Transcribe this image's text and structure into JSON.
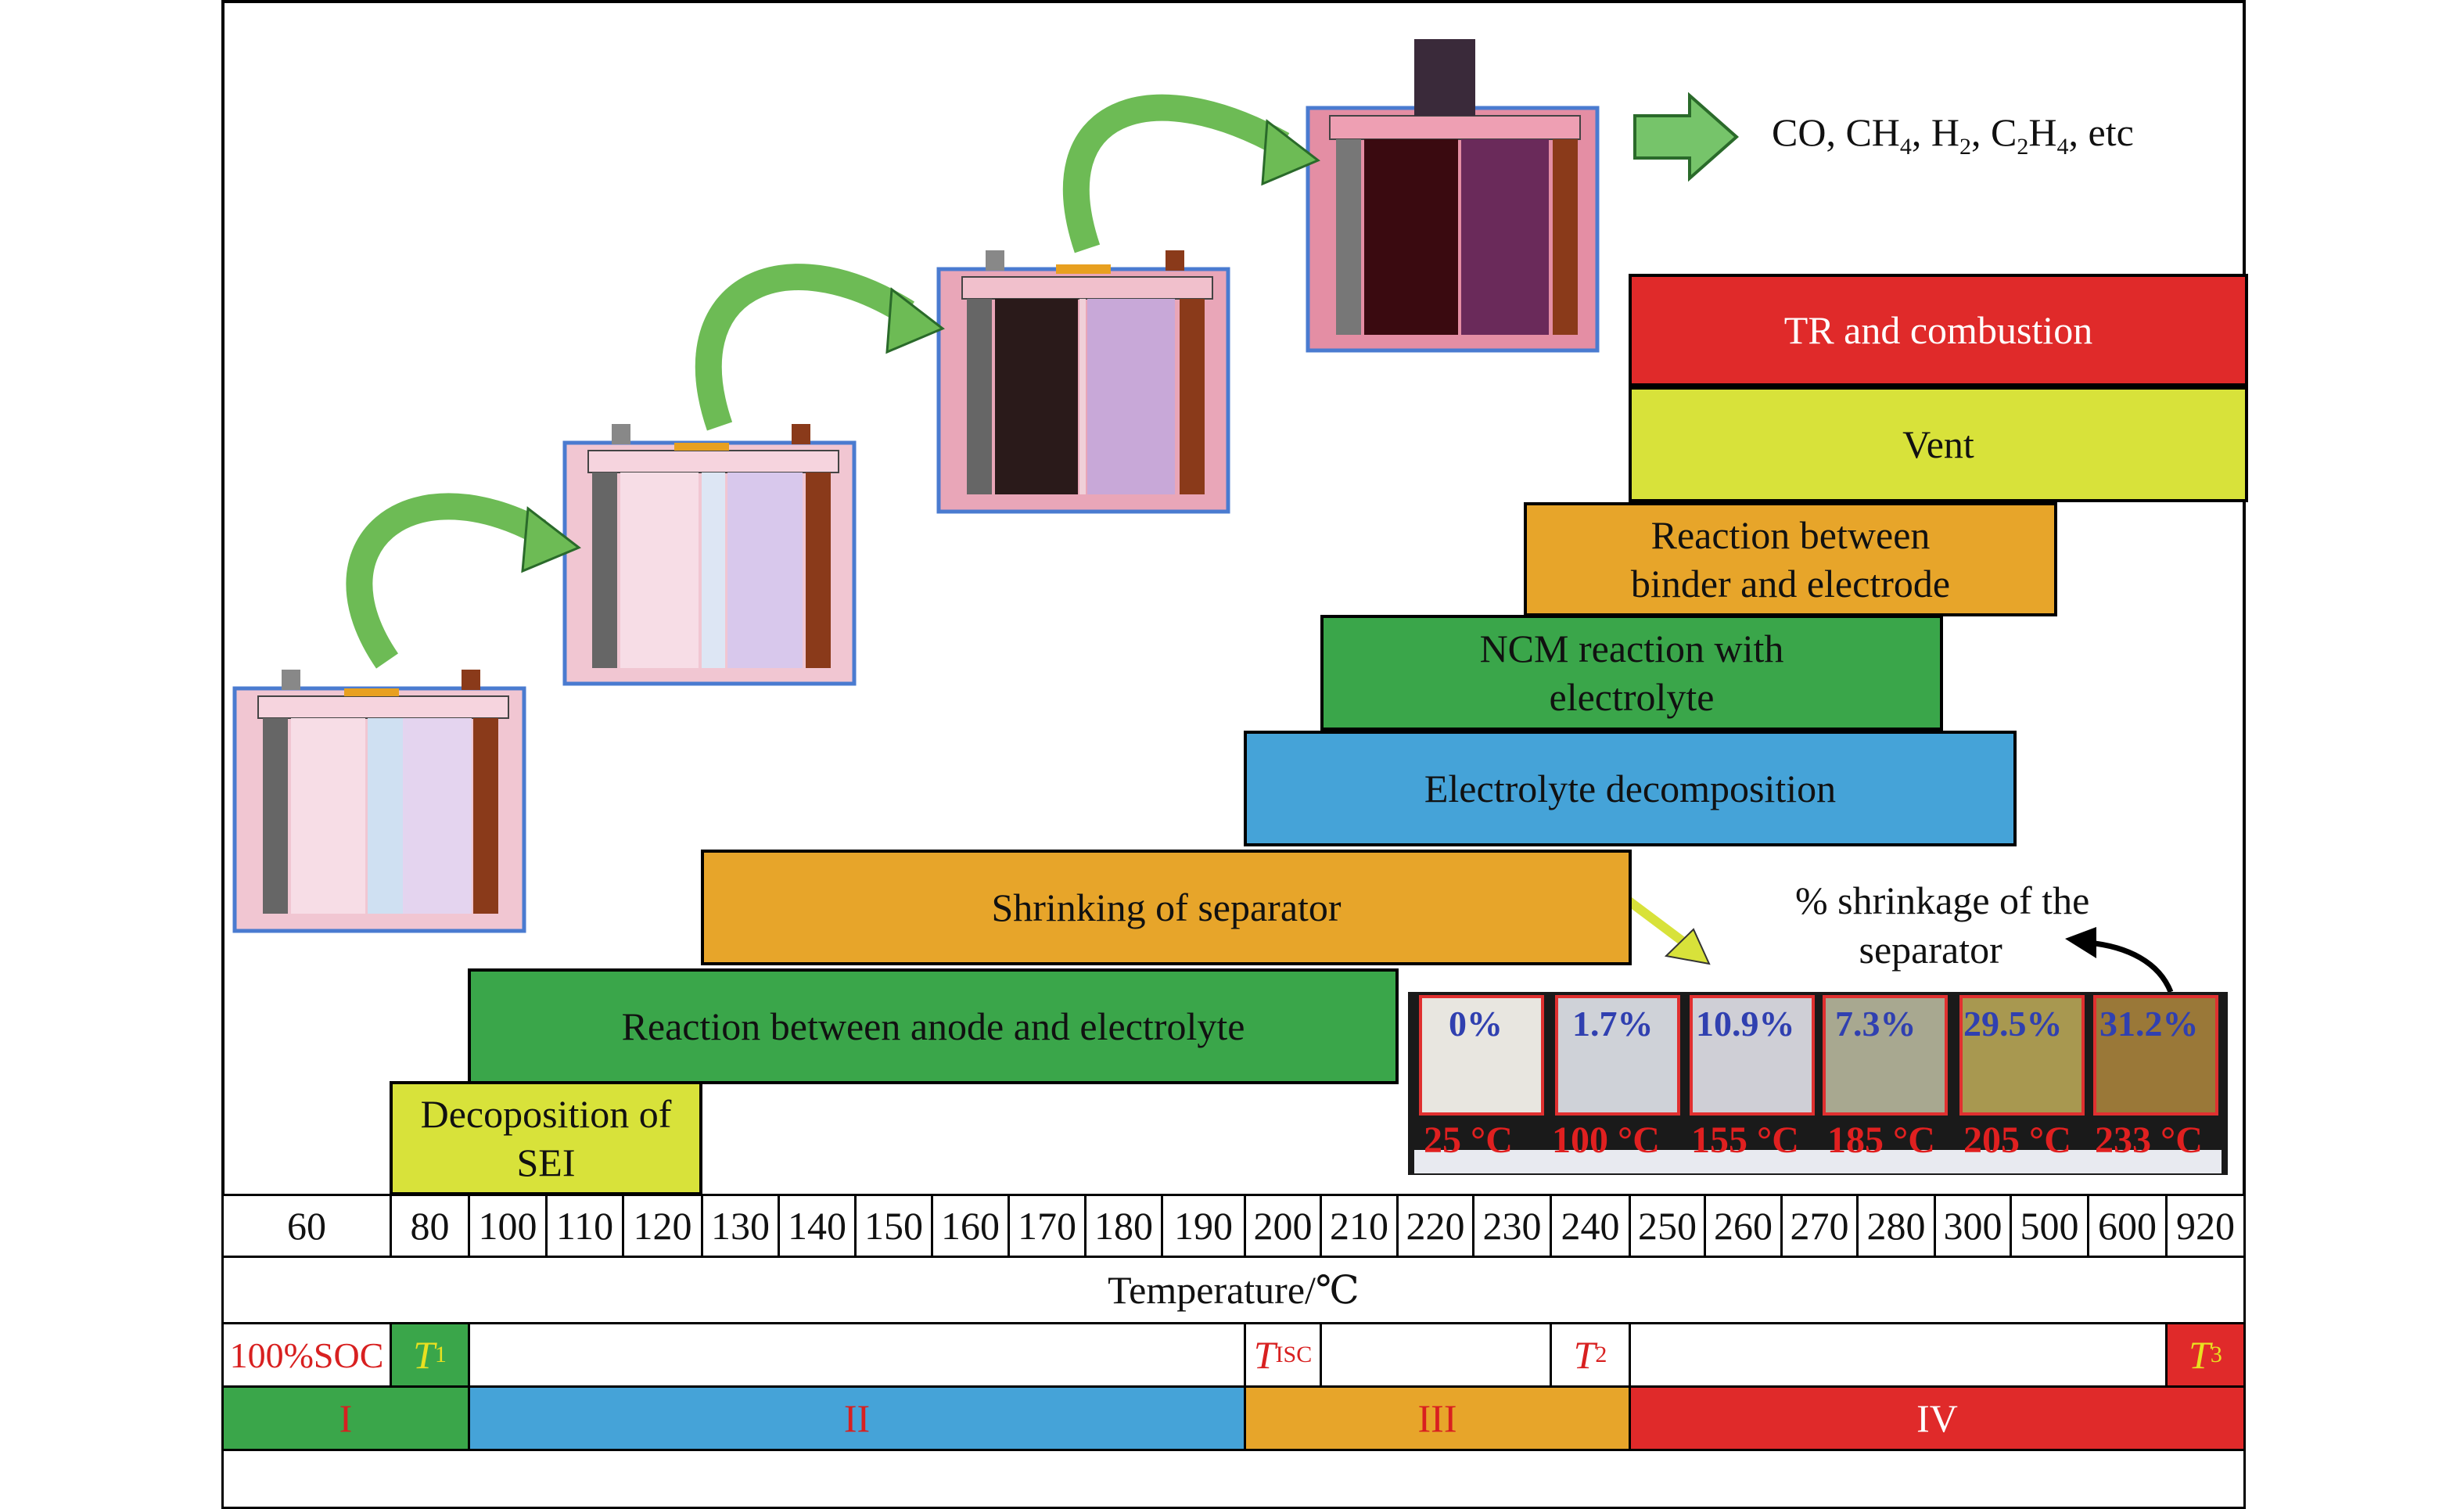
{
  "gas_products": "CO, CH4, H2, C2H4, etc",
  "gas_parts": [
    "CO, CH",
    "4",
    ", H",
    "2",
    ", C",
    "2",
    "H",
    "4",
    ", etc"
  ],
  "reactions": {
    "tr_combustion": "TR and combustion",
    "vent": "Vent",
    "binder_line1": "Reaction between",
    "binder_line2": "binder and electrode",
    "ncm_line1": "NCM reaction with",
    "ncm_line2": "electrolyte",
    "electrolyte_decomp": "Electrolyte decomposition",
    "shrinking": "Shrinking of separator",
    "anode_reaction": "Reaction between anode and electrolyte",
    "sei_line1": "Decoposition of",
    "sei_line2": "SEI"
  },
  "shrinkage_title_line1": "% shrinkage of the",
  "shrinkage_title_line2": "separator",
  "shrinkage_samples": [
    {
      "percent": "0%",
      "temperature": "25 °C"
    },
    {
      "percent": "1.7%",
      "temperature": "100 °C"
    },
    {
      "percent": "10.9%",
      "temperature": "155 °C"
    },
    {
      "percent": "7.3%",
      "temperature": "185 °C"
    },
    {
      "percent": "29.5%",
      "temperature": "205 °C"
    },
    {
      "percent": "31.2%",
      "temperature": "233 °C"
    }
  ],
  "temperature_ticks": [
    "60",
    "80",
    "100",
    "110",
    "120",
    "130",
    "140",
    "150",
    "160",
    "170",
    "180",
    "190",
    "200",
    "210",
    "220",
    "230",
    "240",
    "250",
    "260",
    "270",
    "280",
    "300",
    "500",
    "600",
    "920"
  ],
  "axis_label": "Temperature/℃",
  "markers": {
    "soc": "100%SOC",
    "t1": "T",
    "t1_sub": "1",
    "tisc": "T",
    "tisc_sub": "ISC",
    "t2": "T",
    "t2_sub": "2",
    "t3": "T",
    "t3_sub": "3"
  },
  "stages": [
    "I",
    "II",
    "III",
    "IV"
  ],
  "colors": {
    "green": "#3aa64a",
    "yellow": "#d8e23a",
    "orange": "#e7a52a",
    "blue": "#45a3d8",
    "red": "#e02a2a"
  }
}
